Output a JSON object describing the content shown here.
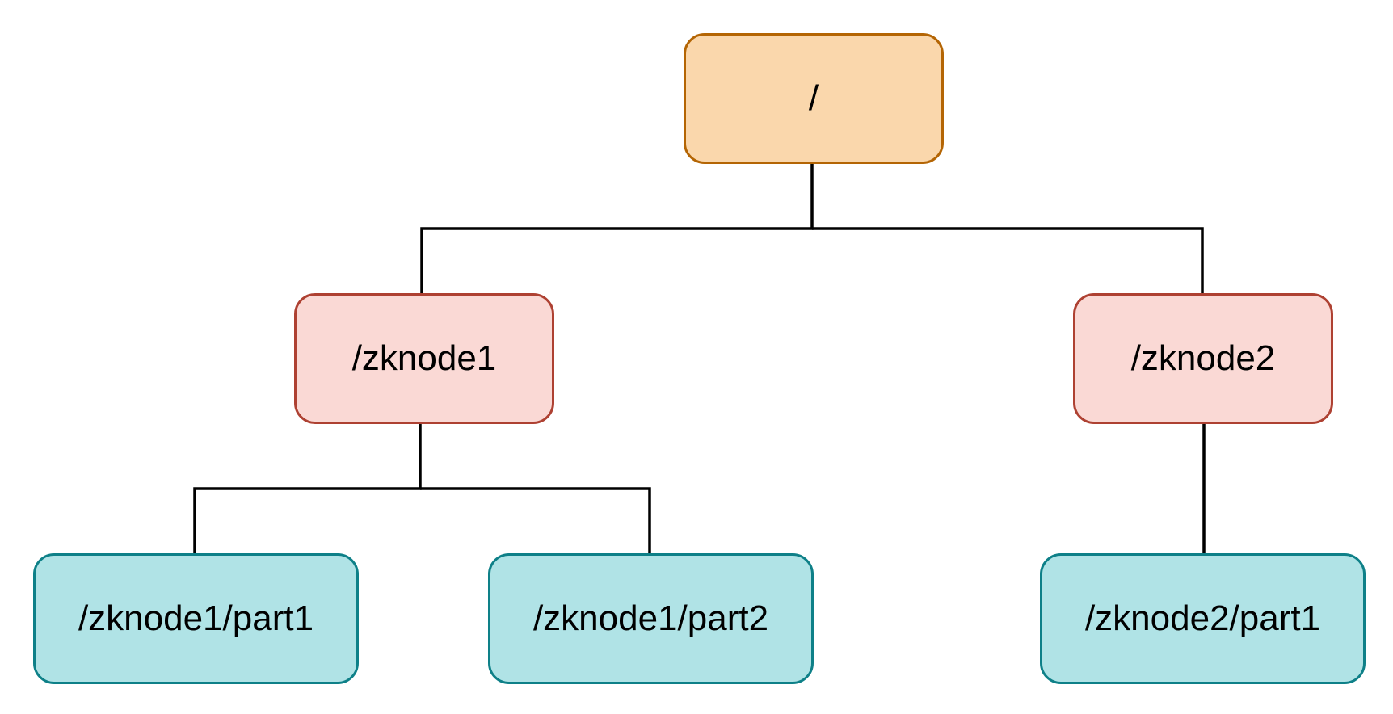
{
  "colors": {
    "root_fill": "#fad7ac",
    "root_stroke": "#b46504",
    "level1_fill": "#fad9d5",
    "level1_stroke": "#ae4132",
    "level2_fill": "#b0e3e6",
    "level2_stroke": "#0e8088",
    "connector": "#000000"
  },
  "tree": {
    "root": {
      "label": "/"
    },
    "zknode1": {
      "label": "/zknode1"
    },
    "zknode2": {
      "label": "/zknode2"
    },
    "zknode1_part1": {
      "label": "/zknode1/part1"
    },
    "zknode1_part2": {
      "label": "/zknode1/part2"
    },
    "zknode2_part1": {
      "label": "/zknode2/part1"
    }
  },
  "edges": [
    {
      "from": "root",
      "to": "zknode1"
    },
    {
      "from": "root",
      "to": "zknode2"
    },
    {
      "from": "zknode1",
      "to": "zknode1_part1"
    },
    {
      "from": "zknode1",
      "to": "zknode1_part2"
    },
    {
      "from": "zknode2",
      "to": "zknode2_part1"
    }
  ]
}
